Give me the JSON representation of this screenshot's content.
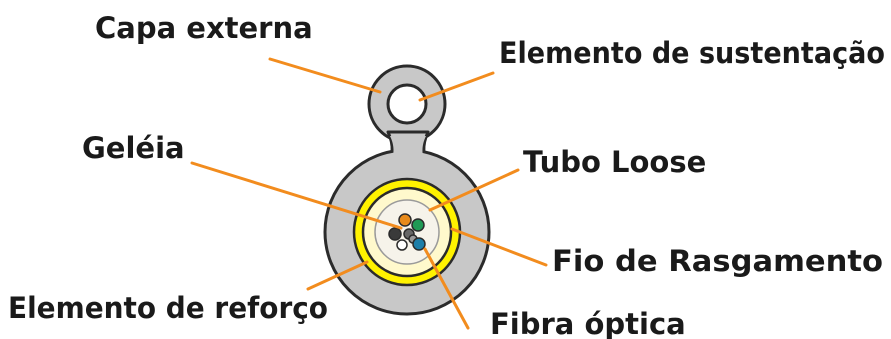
{
  "labels": {
    "capa_externa": "Capa externa",
    "elemento_sustentacao": "Elemento de sustentação",
    "geleia": "Geléia",
    "tubo_loose": "Tubo Loose",
    "fio_rasgamento": "Fio de Rasgamento",
    "elemento_reforco": "Elemento de reforço",
    "fibra_optica": "Fibra óptica"
  },
  "colors": {
    "sheath": "#c8c8c8",
    "outline": "#2b2b2b",
    "reinforcement": "#fff200",
    "tube_fill": "#fff9cc",
    "gel": "#f6f3ea",
    "leader": "#f28c1e",
    "fibers": [
      "#e88a1a",
      "#1f9a55",
      "#3a3a3a",
      "#ffffff",
      "#666666",
      "#9a9a9a",
      "#1d7ea8"
    ]
  }
}
